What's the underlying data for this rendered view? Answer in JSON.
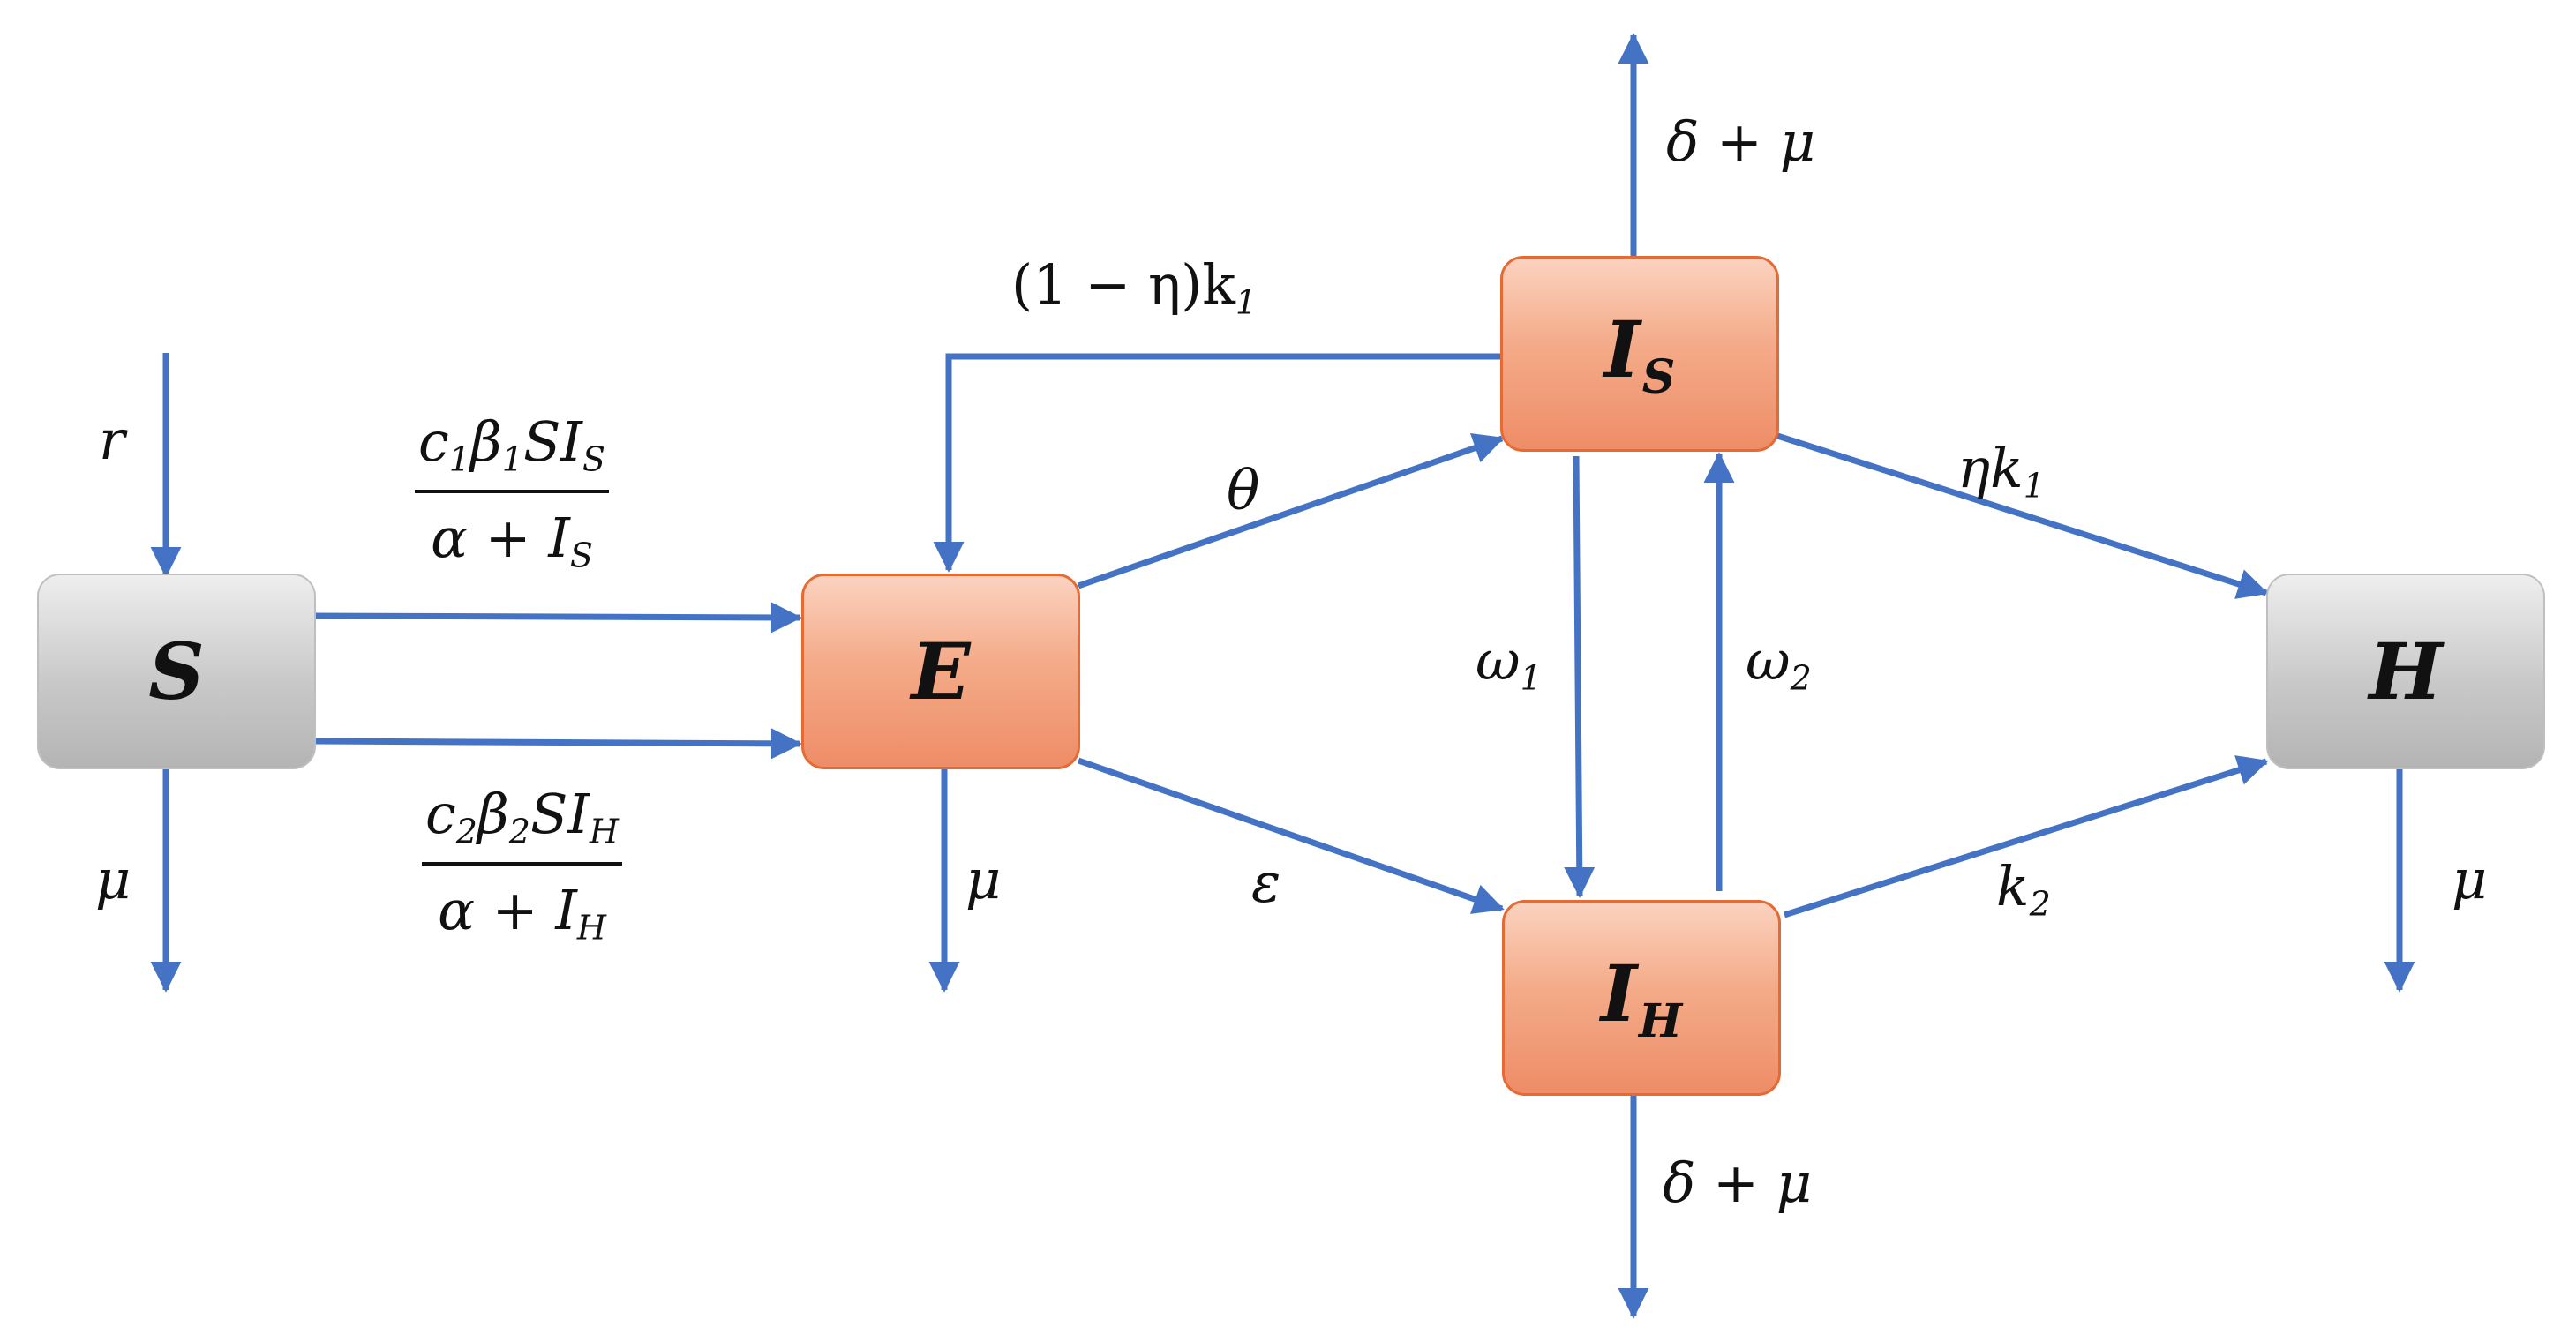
{
  "compartments": {
    "S": {
      "main": "S",
      "sub": ""
    },
    "E": {
      "main": "E",
      "sub": ""
    },
    "IS": {
      "main": "I",
      "sub": "S"
    },
    "IH": {
      "main": "I",
      "sub": "H"
    },
    "H": {
      "main": "H",
      "sub": ""
    }
  },
  "rates": {
    "recruit": "r",
    "mu_S": "μ",
    "mu_E": "μ",
    "mu_H": "μ",
    "delta_mu_IS": "δ + μ",
    "delta_mu_IH": "δ + μ",
    "theta": "θ",
    "epsilon": "ε",
    "omega1": {
      "main": "ω",
      "sub": "1"
    },
    "omega2": {
      "main": "ω",
      "sub": "2"
    },
    "eta_k1": {
      "main": "ηk",
      "sub": "1"
    },
    "k2": {
      "main": "k",
      "sub": "2"
    },
    "one_minus_eta_k1": {
      "main": "(1 − η)k",
      "sub": "1"
    },
    "infection_S": {
      "num_a": "c",
      "num_a_sub": "1",
      "num_b": "β",
      "num_b_sub": "1",
      "num_c": "SI",
      "num_c_sub": "S",
      "den_a": "α + I",
      "den_a_sub": "S"
    },
    "infection_H": {
      "num_a": "c",
      "num_a_sub": "2",
      "num_b": "β",
      "num_b_sub": "2",
      "num_c": "SI",
      "num_c_sub": "H",
      "den_a": "α + I",
      "den_a_sub": "H"
    }
  },
  "colors": {
    "arrow": "#4472c4",
    "orange_fill": "#f4ab89",
    "orange_border": "#e56a34",
    "gray_fill": "#c9c9c9"
  }
}
